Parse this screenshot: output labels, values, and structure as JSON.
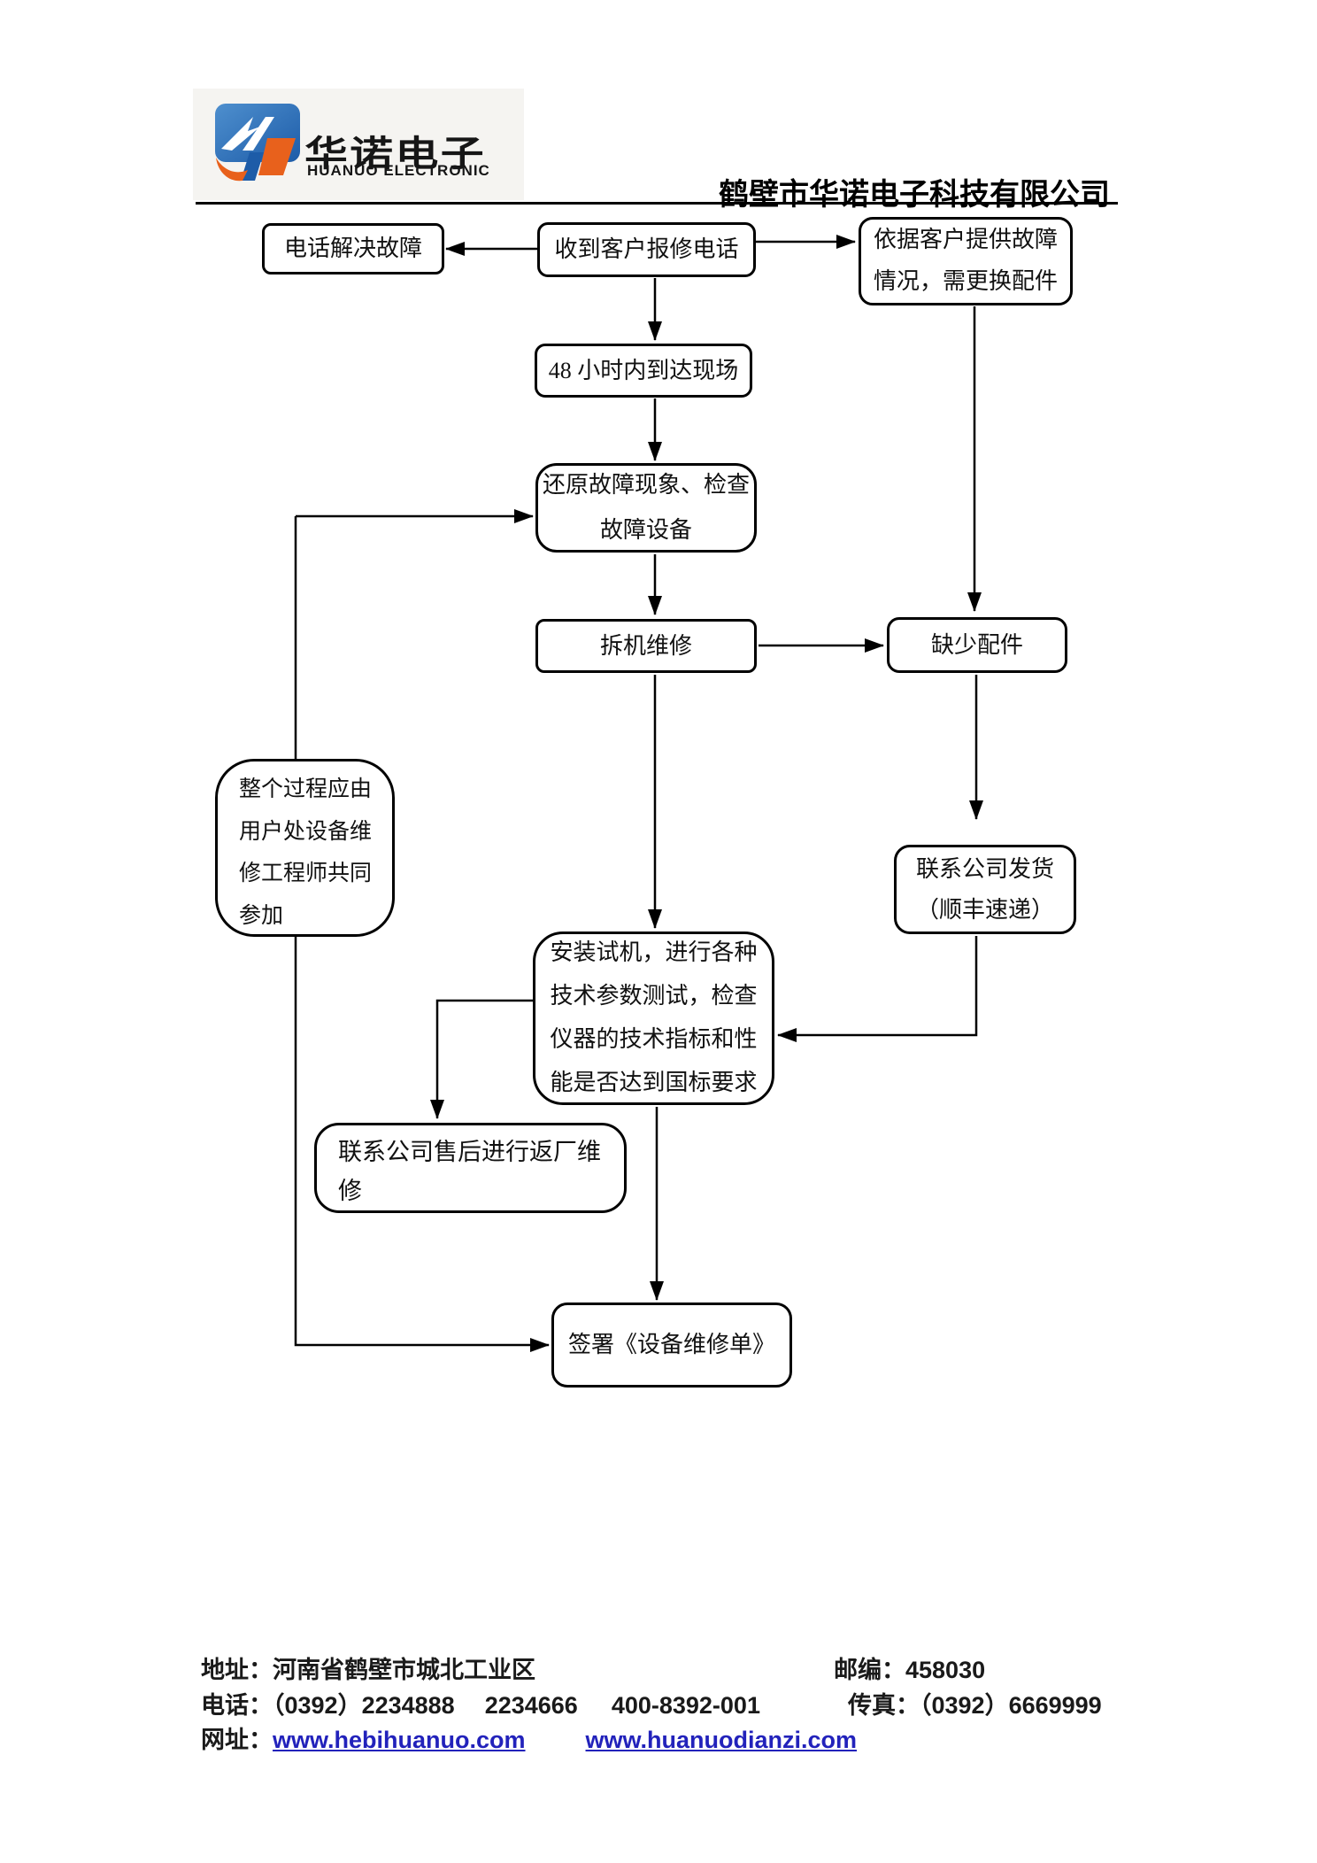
{
  "header": {
    "logo": {
      "name_cn": "华诺电子",
      "name_en": "HUANUO ELECTRONIC",
      "brand_blue": "#2a6cb5",
      "brand_orange": "#e8611c"
    },
    "company_title": "鹤壁市华诺电子科技有限公司"
  },
  "flow": {
    "nodes": {
      "phone_solve": {
        "label": "电话解决故障"
      },
      "receive_call": {
        "label": "收到客户报修电话"
      },
      "customer_parts": {
        "label": "依据客户提供故障\n情况，需更换配件"
      },
      "arrive_48h": {
        "label": "48 小时内到达现场"
      },
      "restore_check": {
        "label": "还原故障现象、检查\n故障设备"
      },
      "disassemble": {
        "label": "拆机维修"
      },
      "lack_parts": {
        "label": "缺少配件"
      },
      "whole_process_note": {
        "label": "整个过程应由\n用户处设备维\n修工程师共同\n参加"
      },
      "ship_parts": {
        "label": "联系公司发货\n（顺丰速递）"
      },
      "install_test": {
        "label": "安装试机，进行各种\n技术参数测试，检查\n仪器的技术指标和性\n能是否达到国标要求"
      },
      "return_factory": {
        "label": "联系公司售后进行返厂维\n修"
      },
      "sign_sheet": {
        "label": "签署《设备维修单》"
      }
    },
    "edges": [
      {
        "from": "receive_call",
        "to": "phone_solve"
      },
      {
        "from": "receive_call",
        "to": "customer_parts"
      },
      {
        "from": "receive_call",
        "to": "arrive_48h"
      },
      {
        "from": "arrive_48h",
        "to": "restore_check"
      },
      {
        "from": "restore_check",
        "to": "disassemble"
      },
      {
        "from": "disassemble",
        "to": "lack_parts"
      },
      {
        "from": "disassemble",
        "to": "install_test"
      },
      {
        "from": "customer_parts",
        "to": "lack_parts"
      },
      {
        "from": "lack_parts",
        "to": "ship_parts"
      },
      {
        "from": "ship_parts",
        "to": "install_test"
      },
      {
        "from": "install_test",
        "to": "return_factory"
      },
      {
        "from": "install_test",
        "to": "sign_sheet"
      },
      {
        "from": "whole_process_note",
        "to": "restore_check"
      },
      {
        "from": "whole_process_note",
        "to": "sign_sheet"
      }
    ]
  },
  "footer": {
    "address": "地址：河南省鹤壁市城北工业区",
    "postcode": "邮编：458030",
    "phone": "电话：（0392）2234888",
    "phone_alt1": "2234666",
    "phone_alt2": "400-8392-001",
    "fax": "传真：（0392）6669999",
    "website_label": "网址：",
    "website_1": "www.hebihuanuo.com",
    "website_2": "www.huanuodianzi.com",
    "link_color": "#2222bb"
  }
}
